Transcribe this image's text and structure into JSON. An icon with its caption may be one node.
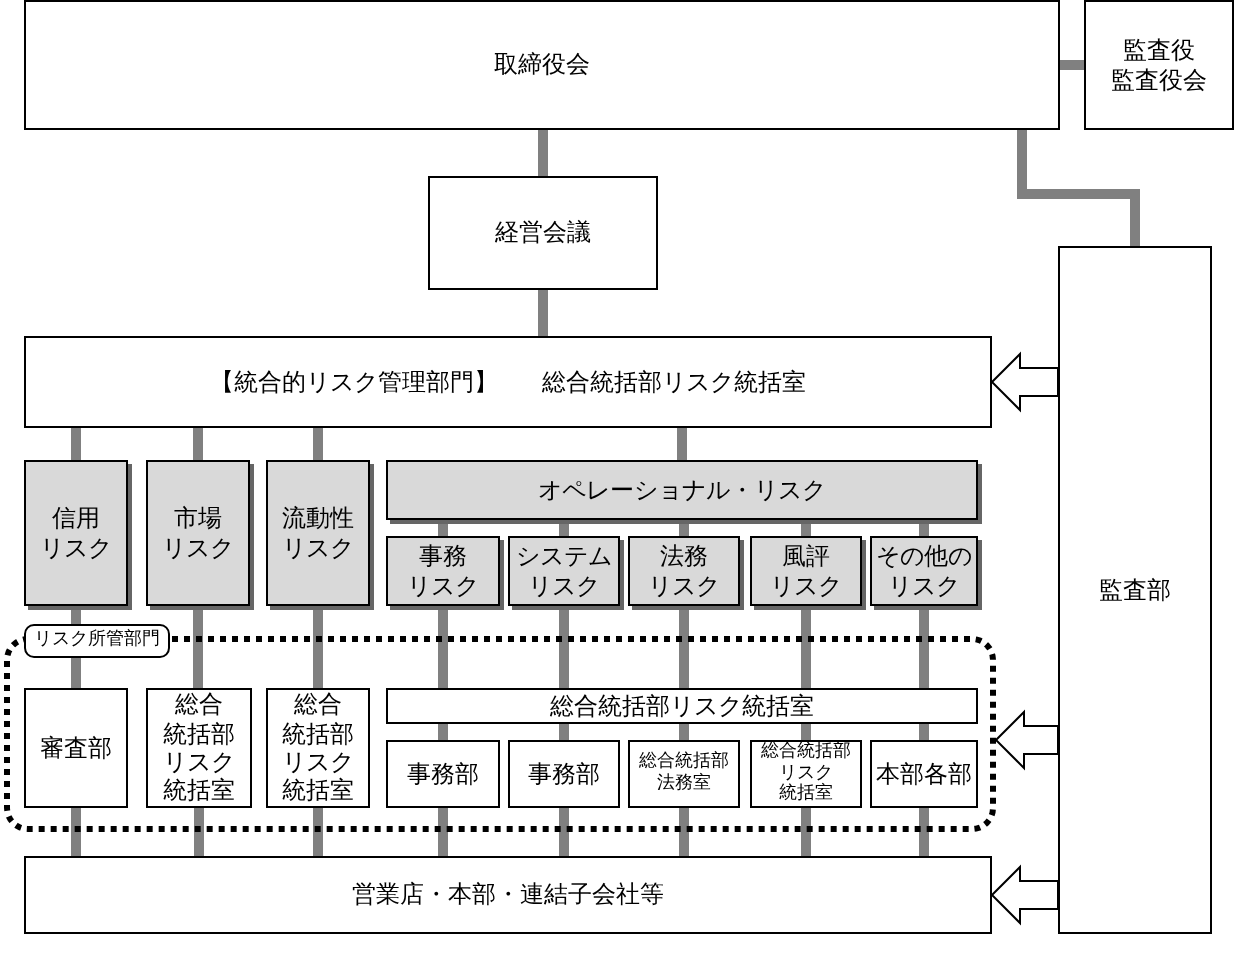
{
  "diagram": {
    "nodes": [
      {
        "text": [
          "取締役会"
        ]
      },
      {
        "text": [
          "監査役",
          "監査役会"
        ]
      },
      {
        "text": [
          "経営会議"
        ]
      },
      {
        "text": [
          "【統合的リスク管理部門】",
          "総合統括部リスク統括室"
        ]
      },
      {
        "text": [
          "監査部"
        ]
      },
      {
        "text": [
          "信用リスク"
        ]
      },
      {
        "text": [
          "市場リスク"
        ]
      },
      {
        "text": [
          "流動性リスク"
        ]
      },
      {
        "text": [
          "オペレーショナル・リスク"
        ]
      },
      {
        "text": [
          "事務リスク"
        ]
      },
      {
        "text": [
          "システムリスク"
        ]
      },
      {
        "text": [
          "法務リスク"
        ]
      },
      {
        "text": [
          "風評リスク"
        ]
      },
      {
        "text": [
          "その他のリスク"
        ]
      },
      {
        "text": [
          "リスク所管部門"
        ]
      },
      {
        "text": [
          "審査部"
        ],
        "in": 14
      },
      {
        "text": [
          "総合統括部リスク統括室"
        ],
        "in": 14
      },
      {
        "text": [
          "総合統括部リスク統括室"
        ],
        "in": 14
      },
      {
        "text": [
          "総合統括部リスク統括室"
        ],
        "in": 14
      },
      {
        "text": [
          "事務部"
        ],
        "in": 14
      },
      {
        "text": [
          "事務部"
        ],
        "in": 14
      },
      {
        "text": [
          "総合統括部法務室"
        ],
        "in": 14
      },
      {
        "text": [
          "総合統括部リスク統括室"
        ],
        "in": 14
      },
      {
        "text": [
          "本部各部"
        ],
        "in": 14
      },
      {
        "text": [
          "営業店・本部・連結子会社等"
        ]
      }
    ],
    "edges": [
      {
        "from": 0,
        "to": 1,
        "arrow": "none"
      },
      {
        "from": 0,
        "to": 2,
        "arrow": "none"
      },
      {
        "from": 2,
        "to": 3,
        "arrow": "none"
      },
      {
        "from": 0,
        "to": 4,
        "arrow": "none"
      },
      {
        "from": 3,
        "to": 5,
        "arrow": "none"
      },
      {
        "from": 3,
        "to": 6,
        "arrow": "none"
      },
      {
        "from": 3,
        "to": 7,
        "arrow": "none"
      },
      {
        "from": 3,
        "to": 8,
        "arrow": "none"
      },
      {
        "from": 8,
        "to": 9,
        "arrow": "none"
      },
      {
        "from": 8,
        "to": 10,
        "arrow": "none"
      },
      {
        "from": 8,
        "to": 11,
        "arrow": "none"
      },
      {
        "from": 8,
        "to": 12,
        "arrow": "none"
      },
      {
        "from": 8,
        "to": 13,
        "arrow": "none"
      },
      {
        "from": 5,
        "to": 14,
        "arrow": "none"
      },
      {
        "from": 14,
        "to": 15,
        "arrow": "none"
      },
      {
        "from": 6,
        "to": 16,
        "arrow": "none"
      },
      {
        "from": 7,
        "to": 17,
        "arrow": "none"
      },
      {
        "from": 9,
        "to": 18,
        "arrow": "none"
      },
      {
        "from": 10,
        "to": 18,
        "arrow": "none"
      },
      {
        "from": 11,
        "to": 18,
        "arrow": "none"
      },
      {
        "from": 12,
        "to": 18,
        "arrow": "none"
      },
      {
        "from": 13,
        "to": 18,
        "arrow": "none"
      },
      {
        "from": 18,
        "to": 19,
        "arrow": "none"
      },
      {
        "from": 18,
        "to": 20,
        "arrow": "none"
      },
      {
        "from": 18,
        "to": 21,
        "arrow": "none"
      },
      {
        "from": 18,
        "to": 22,
        "arrow": "none"
      },
      {
        "from": 18,
        "to": 23,
        "arrow": "none"
      },
      {
        "from": 15,
        "to": 24,
        "arrow": "none"
      },
      {
        "from": 16,
        "to": 24,
        "arrow": "none"
      },
      {
        "from": 17,
        "to": 24,
        "arrow": "none"
      },
      {
        "from": 19,
        "to": 24,
        "arrow": "none"
      },
      {
        "from": 20,
        "to": 24,
        "arrow": "none"
      },
      {
        "from": 21,
        "to": 24,
        "arrow": "none"
      },
      {
        "from": 22,
        "to": 24,
        "arrow": "none"
      },
      {
        "from": 23,
        "to": 24,
        "arrow": "none"
      },
      {
        "from": 4,
        "to": 3,
        "arrow": "to"
      },
      {
        "from": 4,
        "to": 14,
        "arrow": "to"
      },
      {
        "from": 4,
        "to": 24,
        "arrow": "to"
      }
    ]
  }
}
